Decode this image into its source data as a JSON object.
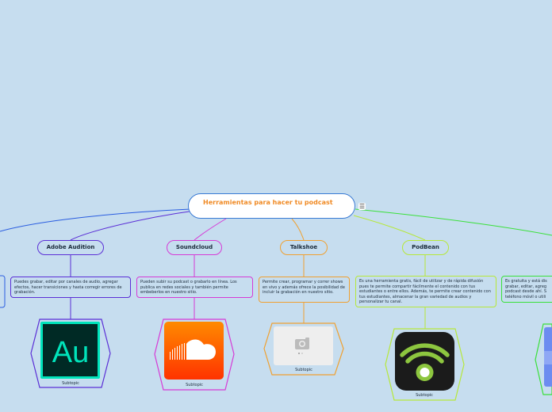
{
  "central": {
    "title": "Herramientas para hacer tu podcast"
  },
  "menu_icon": "menu-icon",
  "topics": [
    {
      "name": "Adobe Audition",
      "color": "#5b2fd6"
    },
    {
      "name": "Soundcloud",
      "color": "#d63ad6"
    },
    {
      "name": "Talkshoe",
      "color": "#f0a030"
    },
    {
      "name": "PodBean",
      "color": "#b6e83a"
    }
  ],
  "notes": [
    {
      "text": "Puedes grabar, editar por canales de audio, agregar efectos, hacer transiciones y hasta corregir errores de grabación."
    },
    {
      "text": "Pueden subir su podcast o grabarlo en línea.  Los publica en redes sociales y también permite embeberlos en nuestro sitio."
    },
    {
      "text": "Permite crear, programar y correr shows en vivo y además ofrece la posibilidad de incluir la grabación en nuestro sitio."
    },
    {
      "text": "Es una herramienta gratis, fácil de utilizar y de rápida difusión pues te permite compartir fácilmente el contenido con tus estudiantes o entre ellos. Además, te permite crear contenido con tus estudiantes, almacenar la gran variedad de audios y personalizar tu canal."
    },
    {
      "text": "Es gratuita y está dis grabar, editar, agreg podcast desde ahí. S teléfono móvil o utili"
    }
  ],
  "subtopic_label": "Subtopic",
  "colors": {
    "background": "#c6ddef",
    "central_text": "#f08a24",
    "left_branch": "#2a5de0",
    "right_branch": "#3ae03a"
  },
  "icons": {
    "audition": "adobe-audition-logo",
    "soundcloud": "soundcloud-logo",
    "talkshoe": "camera-placeholder-icon",
    "podbean": "podcast-wifi-logo"
  }
}
